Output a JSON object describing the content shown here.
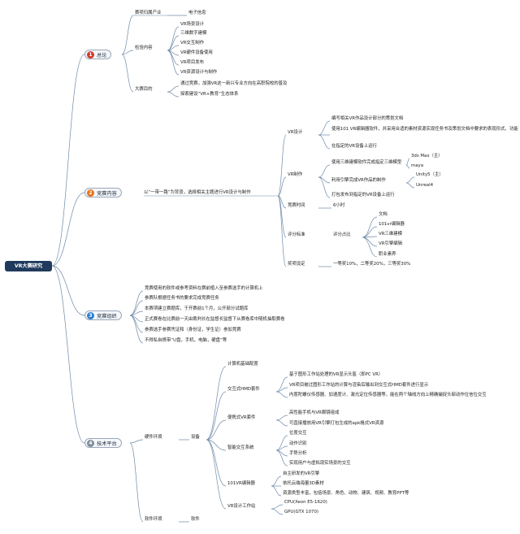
{
  "root": {
    "label": "VR大赛研究"
  },
  "colors": {
    "s1": "#d33a2c",
    "s2": "#e8731a",
    "s3": "#2f7fd0",
    "s4": "#7f8c9a",
    "line": "#6f8aa8"
  },
  "s1": {
    "num": "1",
    "label": "总论",
    "groups": [
      {
        "label": "赛项归属产业",
        "items": [
          "电子信息"
        ]
      },
      {
        "label": "检验内容",
        "items": [
          "VR场景设计",
          "三维数字建模",
          "VR交互制作",
          "VR硬件设备使用",
          "VR项目发布",
          "VR资源设计与制作"
        ]
      },
      {
        "label": "大赛目的",
        "items": [
          "通过竞赛，加强VR这一新兴专业方向在高职院校的普及",
          "探索建设“VR+教育”生态体系"
        ]
      }
    ]
  },
  "s2": {
    "num": "2",
    "label": "竞赛内容",
    "desc": "以“一带一路”为背景，选择相关主题进行VR设计与制作",
    "vr_design": {
      "label": "VR设计",
      "items": [
        "编写相关VR作品设计部分的策划文档",
        "使用101 VR编辑器软件，并采用合适的素材资源实现任务书及策划文档中要求的表现形式、功能",
        "在指定的VR设备上运行"
      ]
    },
    "vr_make": {
      "label": "VR制作",
      "model": {
        "label": "使用三维建模软件完成指定三维模型",
        "items": [
          "3ds Max（主）",
          "maya"
        ]
      },
      "engine": {
        "label": "利用引擎完成VR作品的制作",
        "items": [
          "Unity5（主）",
          "Unreal4"
        ]
      },
      "publish": "打包发布到指定的VR设备上运行"
    },
    "time": {
      "label": "竞赛时间",
      "value": "6小时"
    },
    "score": {
      "label": "评分标准",
      "sub": "评分占比",
      "items": [
        "文档",
        "101vr编辑器",
        "VR三维建模",
        "VR引擎编辑",
        "职业素养"
      ]
    },
    "award": {
      "label": "奖项设定",
      "value": "一等奖10%，二等奖20%，三等奖30%"
    }
  },
  "s3": {
    "num": "3",
    "label": "竞赛组织",
    "items": [
      "竞赛使用的软件或参考资料在赛前植入至参赛选手的计算机上",
      "参赛队根据任务书的要求完成竞赛任务",
      "本赛项建立赛题库，于开赛前1个月，公开部分试题库",
      "正式赛卷在比赛前一天由裁判长在监督长监督下从赛卷库中随机抽取赛卷",
      "参赛选手参赛凭证和（身份证，学生证）参加竞赛",
      "不得私自携带“U盘，手机，电脑，硬盘”等"
    ]
  },
  "s4": {
    "num": "4",
    "label": "技术平台",
    "hw_label": "硬件环境",
    "device_label": "设备",
    "sw_label": "软件环境",
    "sw_item": "软件",
    "devices": [
      {
        "label": "计算机基础配置",
        "items": []
      },
      {
        "label": "交互式HMD套件",
        "items": [
          "基于图形工作站处理的VR显示头盔（即PC VR）",
          "VR项目被过图形工作站的计算与渲染后输出到交互式HMD套件进行显示",
          "内置陀螺仪传感器、加速度计、激光定位传感器等，能在两个轴线方向上精确捕捉头部动作位信位交互"
        ]
      },
      {
        "label": "便携式VR套件",
        "items": [
          "高性能手机与VR眼镜组成",
          "可直接播放用VR引擎打包生成的apk格式VR资源"
        ]
      },
      {
        "label": "智能交互系统",
        "items": [
          "位置交互",
          "动作识别",
          "手势分析",
          "实现用户与虚拟现实场景的交互"
        ]
      },
      {
        "label": "101VR编辑器",
        "items": [
          "自主研发的VR引擎",
          "依托云端海量3D素材",
          "资源类型丰富，包括场景、角色、动物、建筑、视频、教育PPT等"
        ]
      },
      {
        "label": "VR设计工作站",
        "items": [
          "CPU(Xeon E5-1620)",
          "GPU(GTX 1070)"
        ]
      }
    ]
  }
}
